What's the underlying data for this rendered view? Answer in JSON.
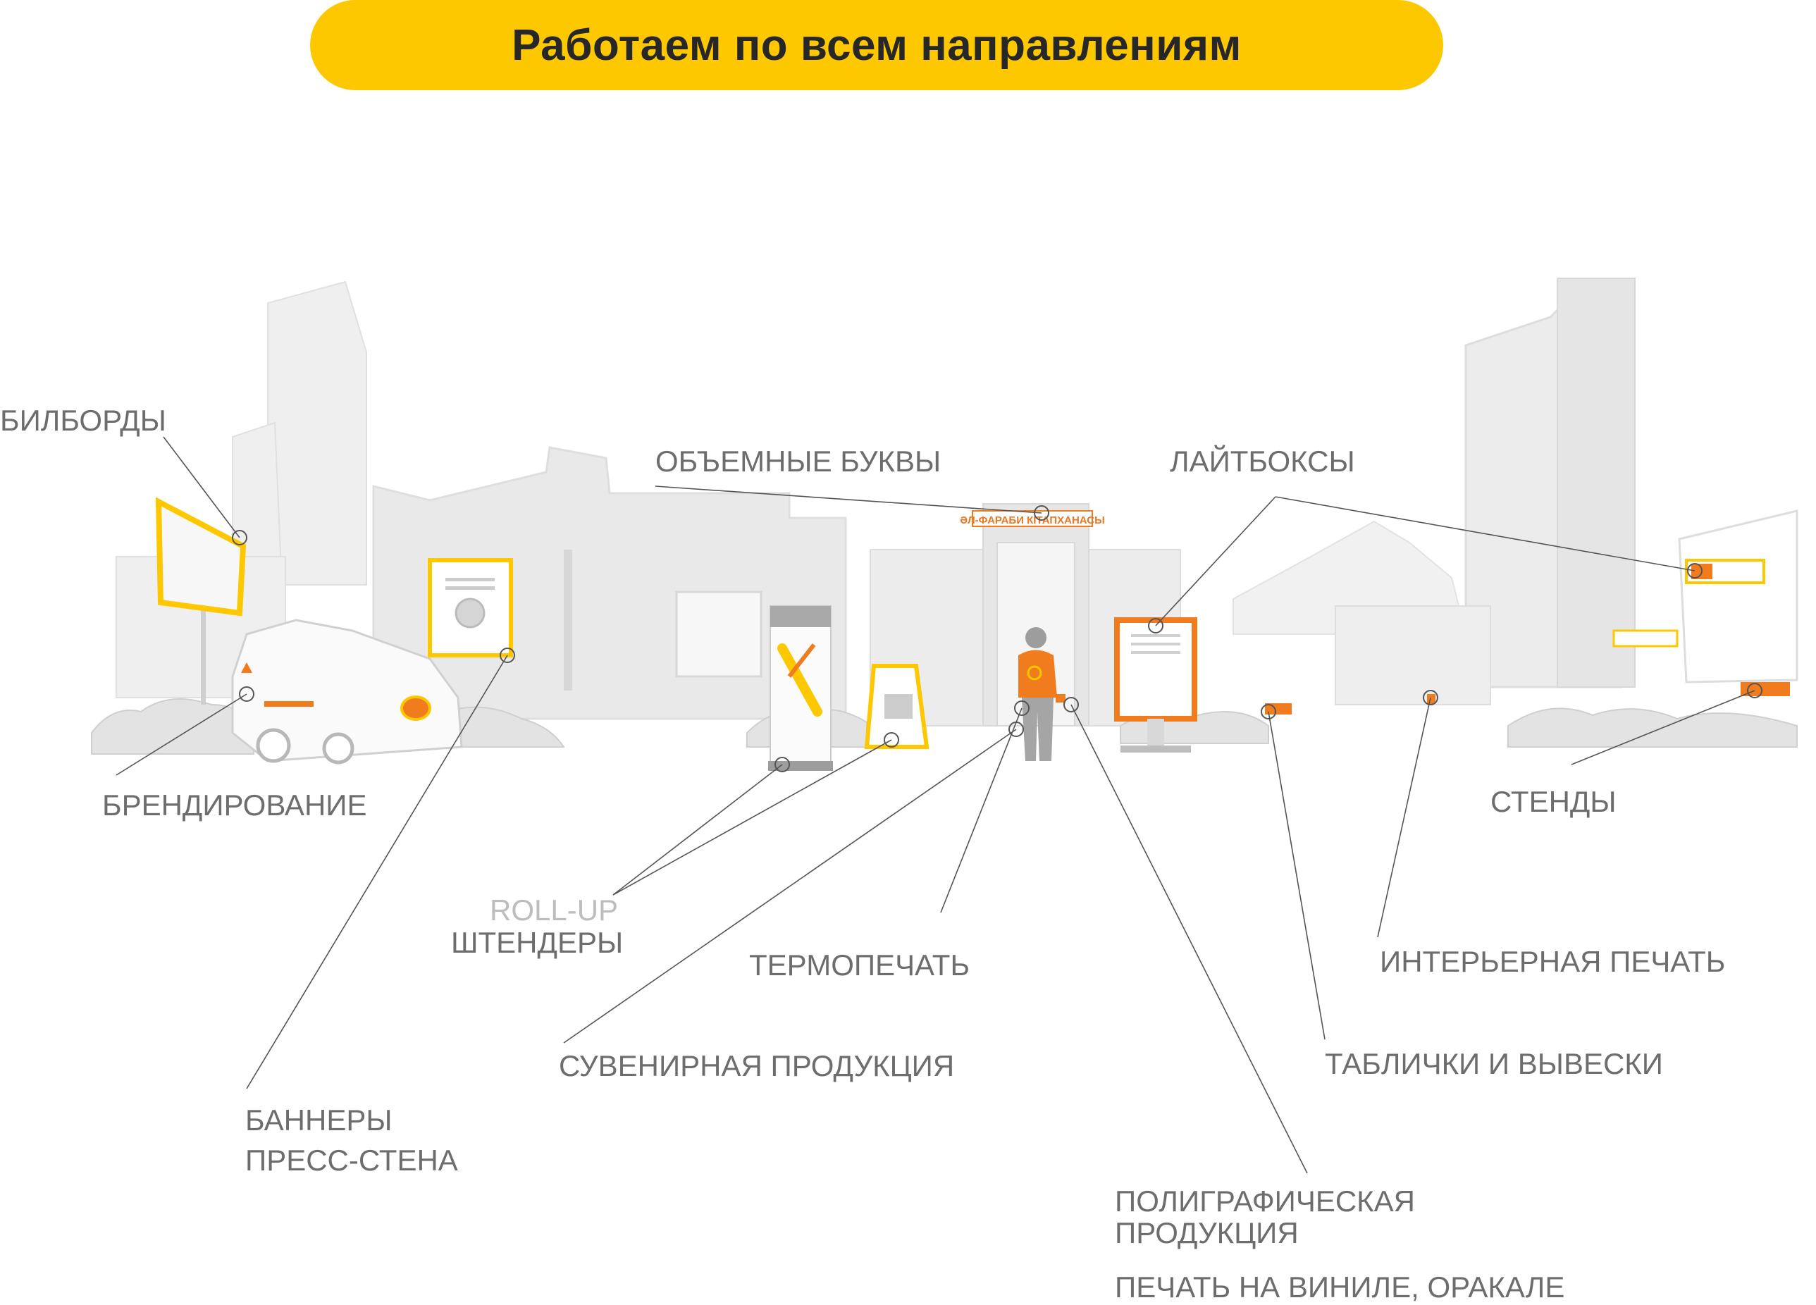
{
  "header": {
    "title": "Работаем по всем направлениям"
  },
  "scene": {
    "building_sign": "ӘЛ-ФАРАБИ КІТАПХАНАСЫ"
  },
  "colors": {
    "accent": "#fdc800",
    "orange": "#f07c1e",
    "line": "#555555",
    "label": "#6d6d6d",
    "building": "#e2e2e2"
  },
  "labels": {
    "billboards": "БИЛБОРДЫ",
    "volume_letters": "ОБЪЕМНЫЕ БУКВЫ",
    "lightboxes": "ЛАЙТБОКСЫ",
    "branding": "БРЕНДИРОВАНИЕ",
    "stands": "СТЕНДЫ",
    "rollup": "ROLL-UP",
    "shtenders": "ШТЕНДЕРЫ",
    "thermoprint": "ТЕРМОПЕЧАТЬ",
    "interior_print": "ИНТЕРЬЕРНАЯ ПЕЧАТЬ",
    "souvenirs": "СУВЕНИРНАЯ ПРОДУКЦИЯ",
    "plates_signs": "ТАБЛИЧКИ И ВЫВЕСКИ",
    "banners": "БАННЕРЫ",
    "press_wall": "ПРЕСС-СТЕНА",
    "polygraphy_1": "ПОЛИГРАФИЧЕСКАЯ",
    "polygraphy_2": "ПРОДУКЦИЯ",
    "vinyl_print": "ПЕЧАТЬ НА ВИНИЛЕ, ОРАКАЛЕ"
  }
}
